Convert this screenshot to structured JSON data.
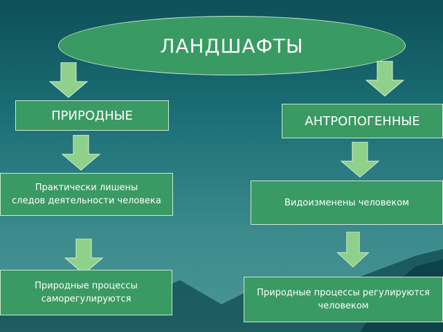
{
  "root": {
    "label": "ЛАНДШАФТЫ"
  },
  "left": {
    "title": "ПРИРОДНЫЕ",
    "desc1": "Практически лишены\nследов деятельности человека",
    "desc2": "Природные процессы\nсаморегулируются"
  },
  "right": {
    "title": "АНТРОПОГЕННЫЕ",
    "desc1": "Видоизменены человеком",
    "desc2": "Природные процессы регулируются\nчеловеком"
  },
  "colors": {
    "box_fill": "#3a9a63",
    "arrow_fill": "#8fd08b",
    "text": "#ffffff",
    "background": "#1b6f76"
  }
}
